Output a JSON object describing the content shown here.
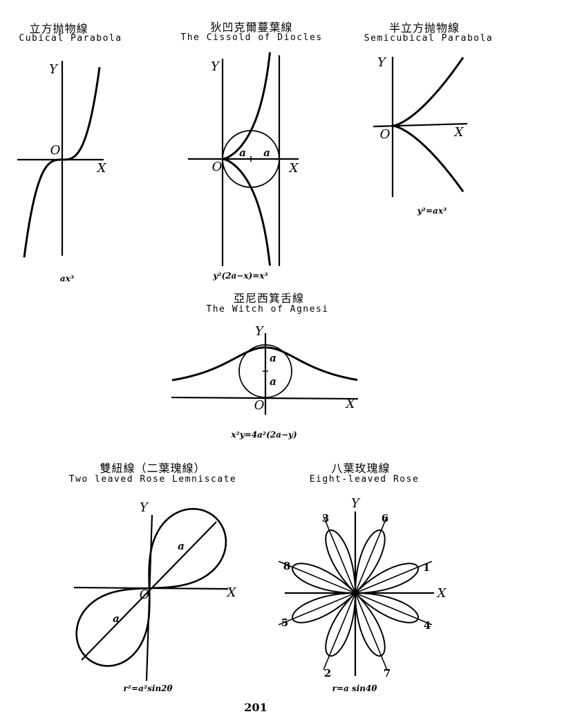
{
  "figures": {
    "cubical_parabola": {
      "title_zh": "立方抛物線",
      "title_en": "Cubical Parabola",
      "label_y": "Y",
      "label_x": "X",
      "label_o": "O",
      "equation": "ax³"
    },
    "cissoid": {
      "title_zh": "狄凹克爾蔓葉線",
      "title_en": "The Cissold of Diocles",
      "label_y": "Y",
      "label_x": "X",
      "label_o": "O",
      "label_a1": "a",
      "label_a2": "a",
      "equation": "y²(2a−x)=x³"
    },
    "semicubical_parabola": {
      "title_zh": "半立方抛物線",
      "title_en": "Semicubical Parabola",
      "label_y": "Y",
      "label_x": "X",
      "label_o": "O",
      "equation": "y²=ax³"
    },
    "witch_of_agnesi": {
      "title_zh": "亞尼西箕舌線",
      "title_en": "The Witch of Agnesi",
      "label_y": "Y",
      "label_x": "X",
      "label_o": "O",
      "label_a1": "a",
      "label_a2": "a",
      "equation": "x²y=4a²(2a−y)"
    },
    "lemniscate": {
      "title_zh": "雙紐線（二葉瑰線）",
      "title_en": "Two leaved Rose Lemniscate",
      "label_y": "Y",
      "label_x": "X",
      "label_o": "O",
      "label_a1": "a",
      "label_a2": "a",
      "equation": "r²=a²sin2θ"
    },
    "eight_leaved_rose": {
      "title_zh": "八葉玫瑰線",
      "title_en": "Eight-leaved Rose",
      "label_y": "Y",
      "label_x": "X",
      "petals": [
        "1",
        "2",
        "3",
        "4",
        "5",
        "6",
        "7",
        "8"
      ],
      "equation": "r=a sin4θ"
    }
  },
  "page_number": "201"
}
